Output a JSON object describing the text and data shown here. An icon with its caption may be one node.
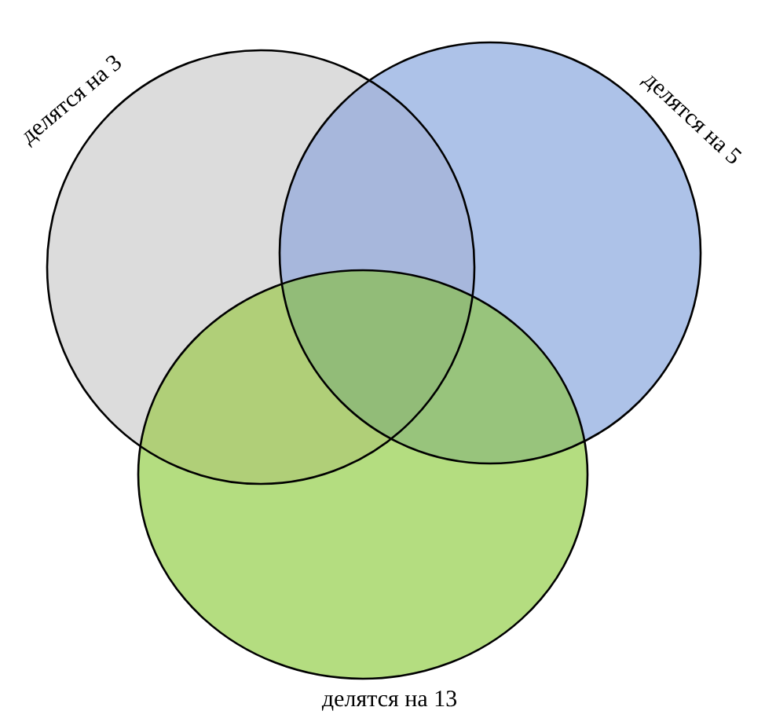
{
  "diagram": {
    "nodes": [
      {
        "text": [
          "делятся на 3"
        ]
      },
      {
        "text": [
          "делятся на 5"
        ]
      },
      {
        "text": [
          "делятся на 13"
        ]
      }
    ]
  }
}
